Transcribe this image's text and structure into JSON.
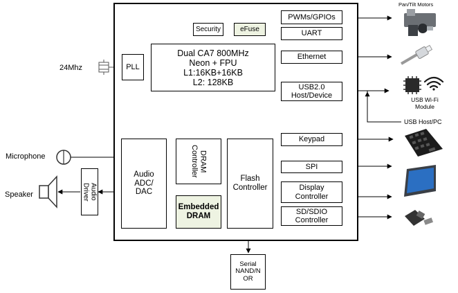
{
  "chip": {
    "security": "Security",
    "efuse": "eFuse",
    "pll": "PLL",
    "cpu": [
      "Dual CA7 800MHz",
      "Neon + FPU",
      "L1:16KB+16KB",
      "L2: 128KB"
    ],
    "audio_codec": [
      "Audio",
      "ADC/",
      "DAC"
    ],
    "dram_controller": [
      "DRAM",
      "Controller"
    ],
    "embedded_dram": [
      "Embedded",
      "DRAM"
    ],
    "flash_controller": [
      "Flash",
      "Controller"
    ],
    "pwm_gpio": "PWMs/GPIOs",
    "uart": "UART",
    "ethernet": "Ethernet",
    "usb": [
      "USB2.0",
      "Host/Device"
    ],
    "keypad": "Keypad",
    "spi": "SPI",
    "display": [
      "Display",
      "Controller"
    ],
    "sdio": [
      "SD/SDIO",
      "Controller"
    ]
  },
  "external": {
    "clock": "24Mhz",
    "microphone": "Microphone",
    "speaker": "Speaker",
    "audio_driver": [
      "Audio",
      "Driver"
    ],
    "serial_flash": [
      "Serial",
      "NAND/N",
      "OR"
    ],
    "pan_tilt": "Pan/Tilt Motors",
    "usb_wifi": [
      "USB Wi-Fi",
      "Module"
    ],
    "usb_host_pc": "USB Host/PC"
  },
  "icons": [
    "motor-icon",
    "ethernet-cable-icon",
    "chip-icon",
    "wifi-icon",
    "keypad-icon",
    "monitor-icon",
    "sd-card-icon",
    "crystal-icon",
    "microphone-icon",
    "speaker-icon"
  ],
  "colors": {
    "highlight": "#eef3e2",
    "line": "#000000"
  }
}
